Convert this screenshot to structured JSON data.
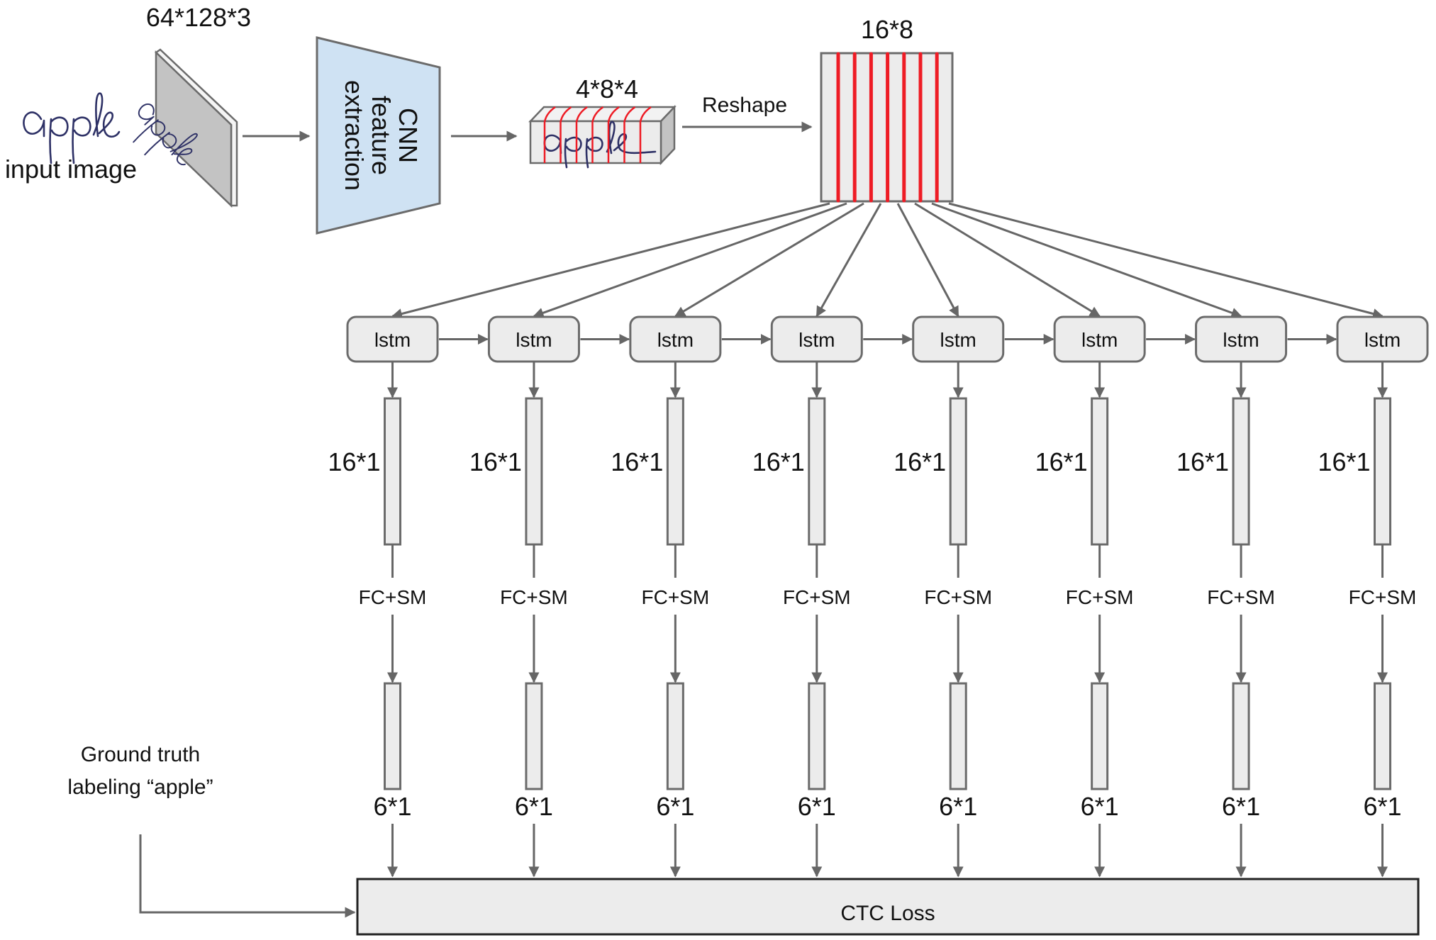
{
  "input": {
    "caption": "input image",
    "handwriting": "apple",
    "dims_label": "64*128*3"
  },
  "cnn": {
    "lines": [
      "CNN",
      "feature",
      "extraction"
    ],
    "fill": "#cfe2f3"
  },
  "feature_map": {
    "dims_label": "4*8*4",
    "slices": 8
  },
  "reshape": {
    "label": "Reshape",
    "dims_label": "16*8",
    "columns": 8
  },
  "slice_color": "#ee1c25",
  "timesteps": [
    {
      "cell": "lstm",
      "hidden_label": "16*1",
      "head_label": "FC+SM",
      "output_label": "6*1"
    },
    {
      "cell": "lstm",
      "hidden_label": "16*1",
      "head_label": "FC+SM",
      "output_label": "6*1"
    },
    {
      "cell": "lstm",
      "hidden_label": "16*1",
      "head_label": "FC+SM",
      "output_label": "6*1"
    },
    {
      "cell": "lstm",
      "hidden_label": "16*1",
      "head_label": "FC+SM",
      "output_label": "6*1"
    },
    {
      "cell": "lstm",
      "hidden_label": "16*1",
      "head_label": "FC+SM",
      "output_label": "6*1"
    },
    {
      "cell": "lstm",
      "hidden_label": "16*1",
      "head_label": "FC+SM",
      "output_label": "6*1"
    },
    {
      "cell": "lstm",
      "hidden_label": "16*1",
      "head_label": "FC+SM",
      "output_label": "6*1"
    },
    {
      "cell": "lstm",
      "hidden_label": "16*1",
      "head_label": "FC+SM",
      "output_label": "6*1"
    }
  ],
  "ground_truth": {
    "lines": [
      "Ground truth",
      "labeling “apple”"
    ]
  },
  "loss": {
    "label": "CTC Loss"
  }
}
